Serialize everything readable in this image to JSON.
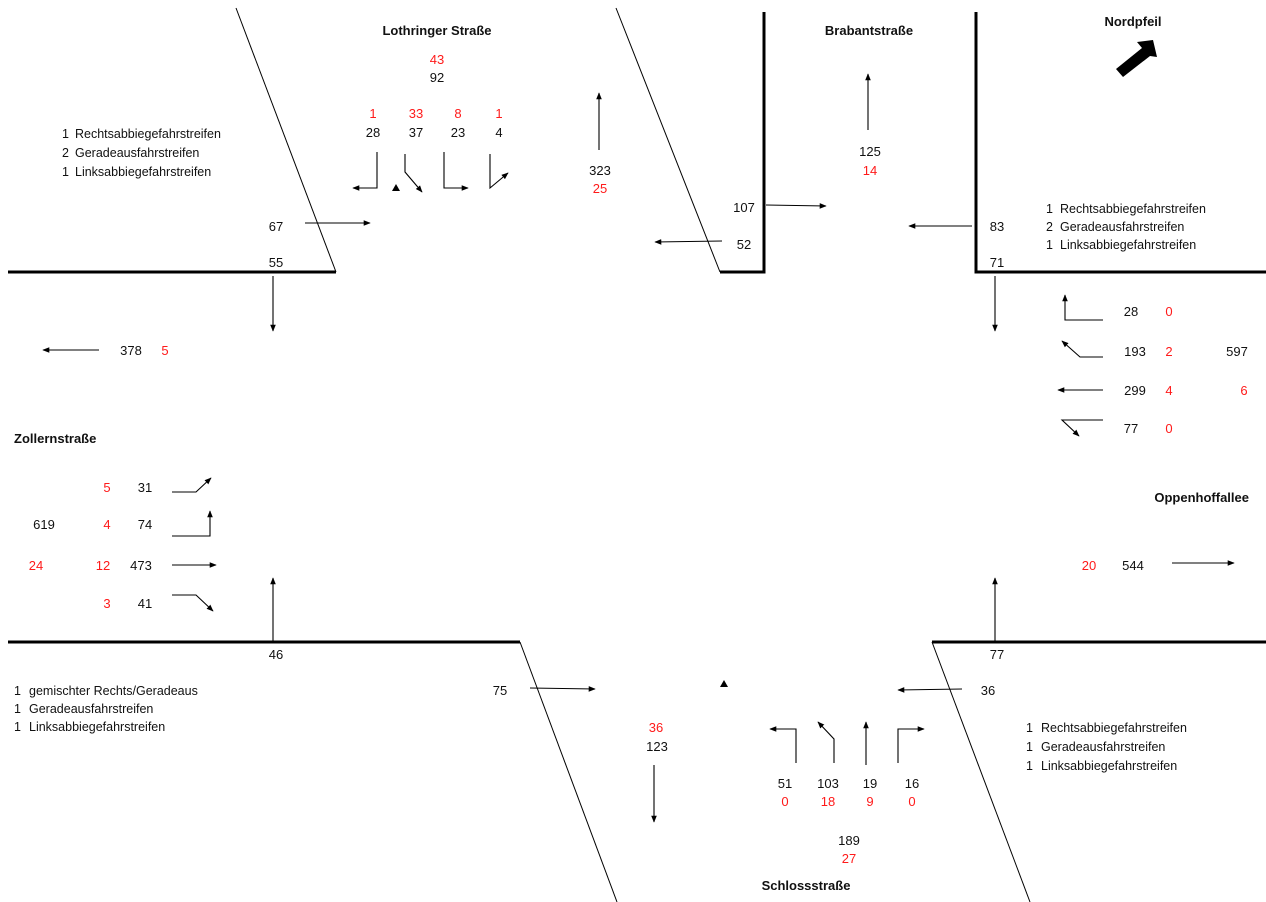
{
  "streets": {
    "north": "Lothringer Straße",
    "northeast": "Brabantstraße",
    "west": "Zollernstraße",
    "east": "Oppenhoffallee",
    "south": "Schlossstraße"
  },
  "north_arrow": {
    "label": "Nordpfeil"
  },
  "lanes": {
    "northwest": [
      {
        "count": "1",
        "label": "Rechtsabbiegefahrstreifen"
      },
      {
        "count": "2",
        "label": "Geradeausfahrstreifen"
      },
      {
        "count": "1",
        "label": "Linksabbiegefahrstreifen"
      }
    ],
    "east": [
      {
        "count": "1",
        "label": "Rechtsabbiegefahrstreifen"
      },
      {
        "count": "2",
        "label": "Geradeausfahrstreifen"
      },
      {
        "count": "1",
        "label": "Linksabbiegefahrstreifen"
      }
    ],
    "southwest": [
      {
        "count": "1",
        "label": "gemischter Rechts/Geradeaus"
      },
      {
        "count": "1",
        "label": "Geradeausfahrstreifen"
      },
      {
        "count": "1",
        "label": "Linksabbiegefahrstreifen"
      }
    ],
    "southeast": [
      {
        "count": "1",
        "label": "Rechtsabbiegefahrstreifen"
      },
      {
        "count": "1",
        "label": "Geradeausfahrstreifen"
      },
      {
        "count": "1",
        "label": "Linksabbiegefahrstreifen"
      }
    ]
  },
  "north_approach": {
    "total_red": "43",
    "total": "92",
    "movements": [
      {
        "red": "1",
        "count": "28"
      },
      {
        "red": "33",
        "count": "37"
      },
      {
        "red": "8",
        "count": "23"
      },
      {
        "red": "1",
        "count": "4"
      }
    ],
    "exit": {
      "count": "323",
      "red": "25"
    }
  },
  "brabant": {
    "exit": {
      "count": "125",
      "red": "14"
    },
    "in": "107",
    "out": "52"
  },
  "northwest": {
    "ped_in": "67",
    "ped_down": "55"
  },
  "northeast": {
    "ped_left": "83",
    "ped_down": "71"
  },
  "east_approach": {
    "total": "597",
    "total_red": "6",
    "movements": [
      {
        "count": "28",
        "red": "0"
      },
      {
        "count": "193",
        "red": "2"
      },
      {
        "count": "299",
        "red": "4"
      },
      {
        "count": "77",
        "red": "0"
      }
    ],
    "exit": {
      "red": "20",
      "count": "544"
    }
  },
  "west_approach": {
    "exit": {
      "count": "378",
      "red": "5"
    },
    "total": "619",
    "total_red": "24",
    "movements": [
      {
        "red": "5",
        "count": "31"
      },
      {
        "red": "4",
        "count": "74"
      },
      {
        "red": "12",
        "count": "473"
      },
      {
        "red": "3",
        "count": "41"
      }
    ]
  },
  "southwest": {
    "ped_up": "46",
    "ped_right": "75"
  },
  "southeast": {
    "ped_up": "77",
    "ped_left": "36"
  },
  "south_approach": {
    "exit": {
      "red": "36",
      "count": "123"
    },
    "movements": [
      {
        "count": "51",
        "red": "0"
      },
      {
        "count": "103",
        "red": "18"
      },
      {
        "count": "19",
        "red": "9"
      },
      {
        "count": "16",
        "red": "0"
      }
    ],
    "total": "189",
    "total_red": "27"
  },
  "colors": {
    "heavy_vehicles": "#ff1a1a",
    "cars": "#111111",
    "lines": "#000000"
  }
}
